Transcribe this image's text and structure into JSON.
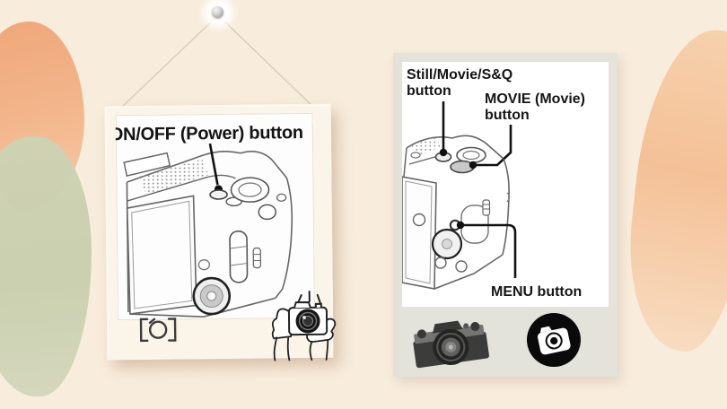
{
  "scene": {
    "background_color": "#f8ecdc",
    "brush_colors": {
      "orange": "#f1a87c",
      "green": "#ccd1b3",
      "peach": "#f5c6a0"
    }
  },
  "hanging_photo": {
    "power_label": "ON/OFF (Power) button"
  },
  "panel": {
    "still_label": "Still/Movie/S&Q\nbutton",
    "movie_label": "MOVIE (Movie)\nbutton",
    "menu_label": "MENU button",
    "movie_button_color": "#c9c9c9",
    "panel_color": "#e3e2db"
  }
}
